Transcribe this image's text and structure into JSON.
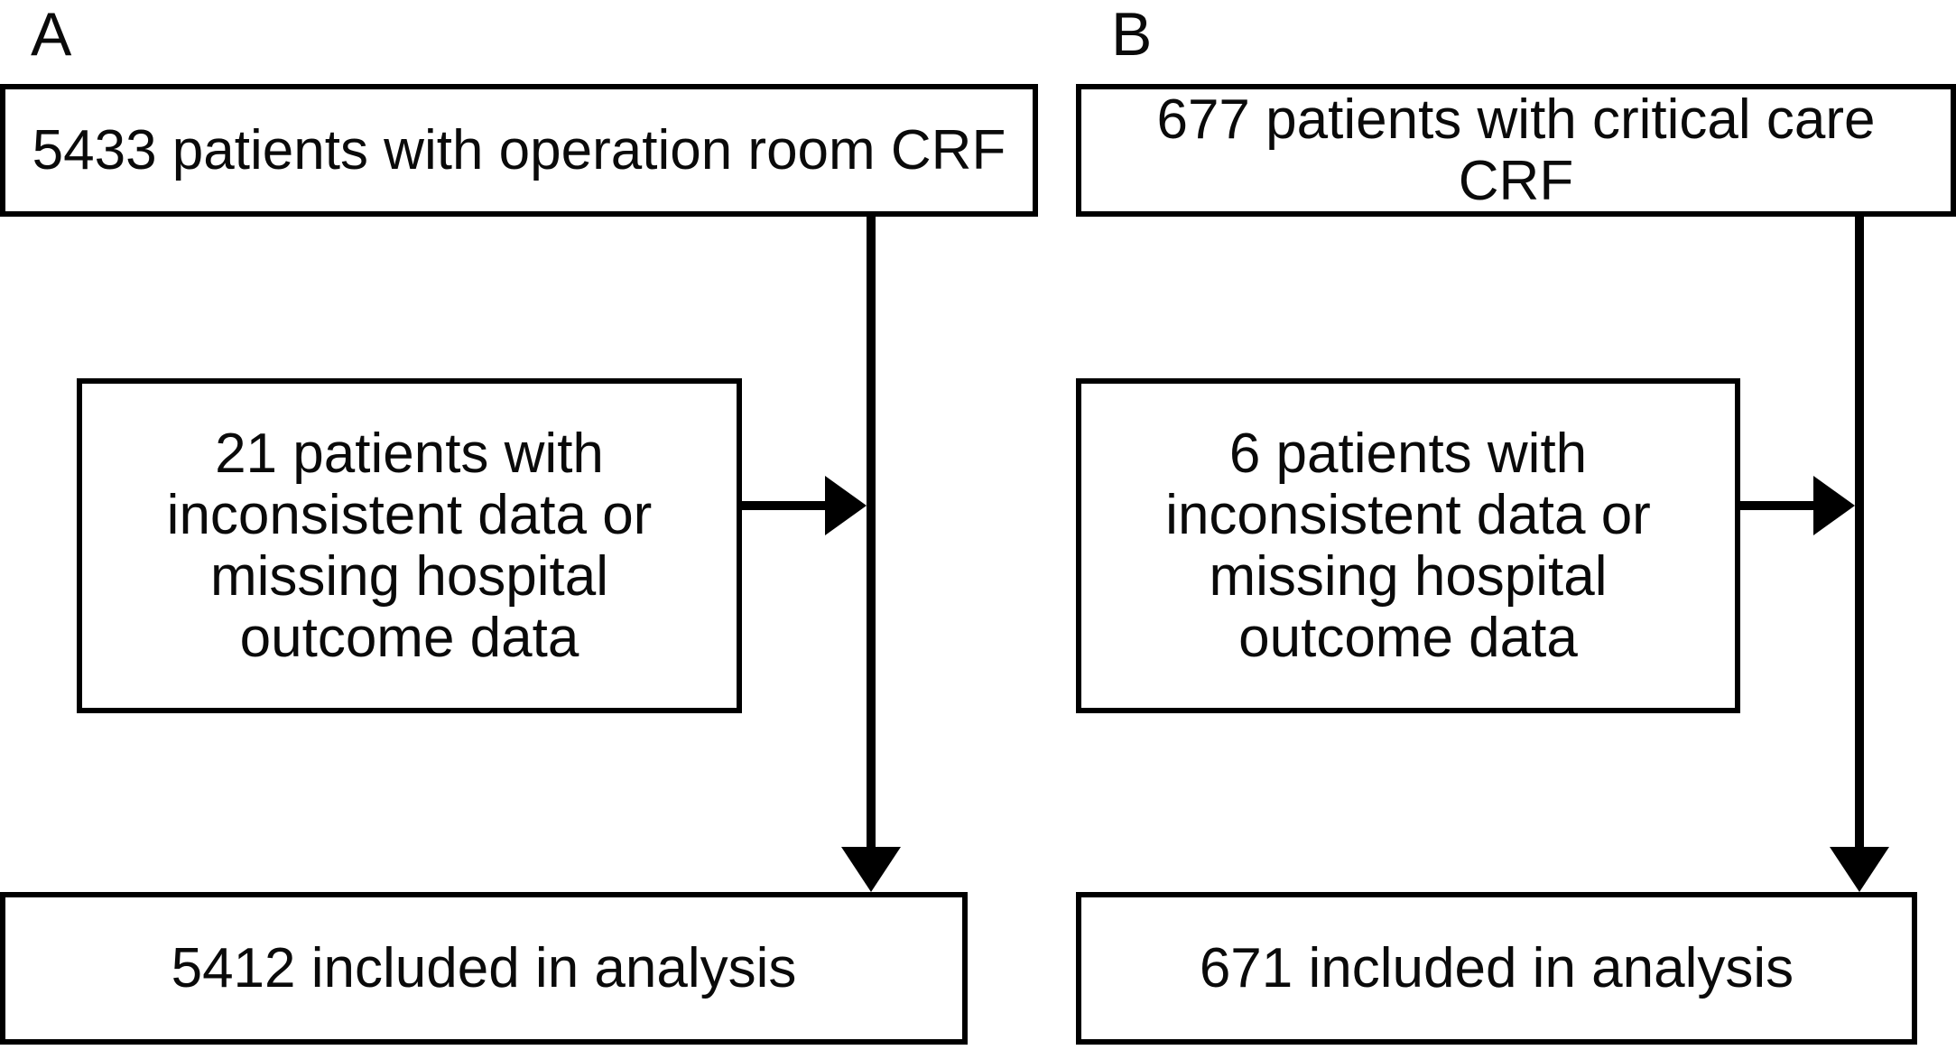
{
  "figure": {
    "background_color": "#ffffff",
    "line_color": "#000000",
    "panels": [
      {
        "label": "A",
        "top_box": "5433 patients with operation room CRF",
        "exclusion_box": "21 patients with\ninconsistent data or\nmissing hospital\noutcome data",
        "result_box": "5412 included in analysis"
      },
      {
        "label": "B",
        "top_box": "677 patients with critical care CRF",
        "exclusion_box": "6 patients with\ninconsistent data or\nmissing hospital\noutcome data",
        "result_box": "671 included in analysis"
      }
    ]
  }
}
